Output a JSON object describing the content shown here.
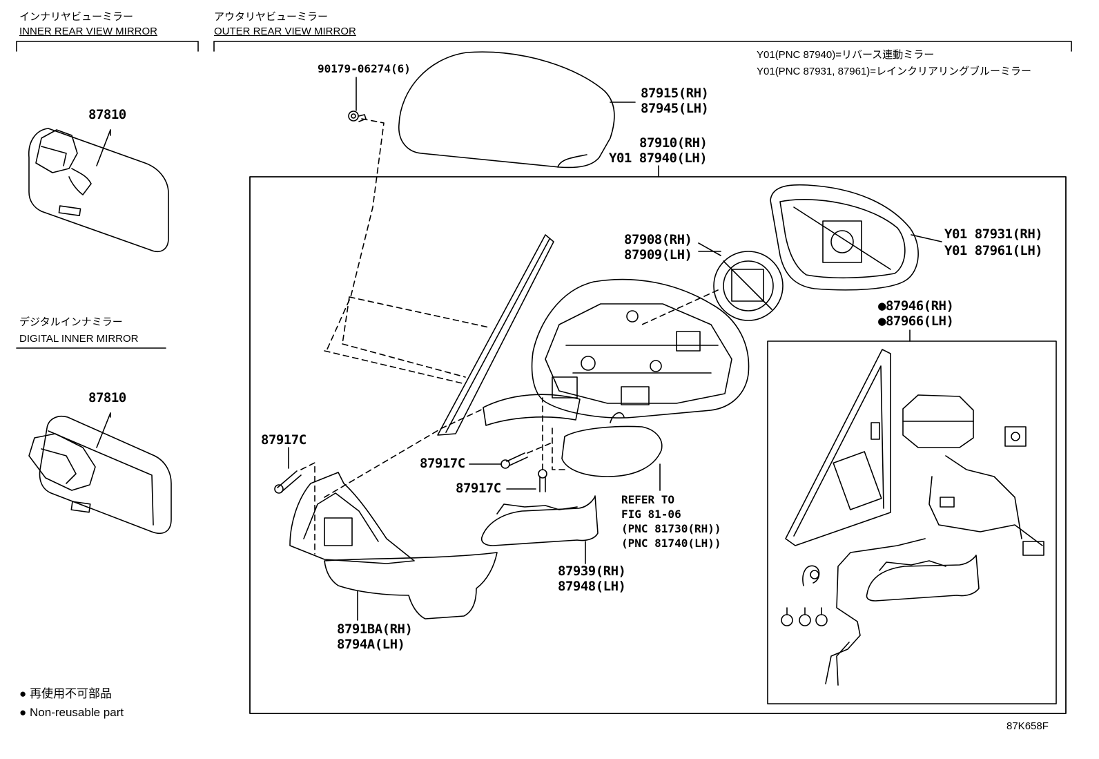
{
  "sections": {
    "inner": {
      "title_jp": "インナリヤビューミラー",
      "title_en": "INNER REAR VIEW MIRROR"
    },
    "outer": {
      "title_jp": "アウタリヤビューミラー",
      "title_en": "OUTER REAR VIEW MIRROR"
    },
    "digital": {
      "title_jp": "デジタルインナミラー",
      "title_en": "DIGITAL INNER MIRROR"
    }
  },
  "notes": [
    "Y01(PNC 87940)=リバース連動ミラー",
    "Y01(PNC 87931, 87961)=レインクリアリングブルーミラー"
  ],
  "parts": {
    "inner_mirror": "87810",
    "digital_mirror": "87810",
    "clip": "90179-06274(6)",
    "cover_rh": "87915(RH)",
    "cover_lh": "87945(LH)",
    "assy_rh": "87910(RH)",
    "assy_lh": "Y01 87940(LH)",
    "actuator_rh": "87908(RH)",
    "actuator_lh": "87909(LH)",
    "glass_rh": "Y01 87931(RH)",
    "glass_lh": "Y01 87961(LH)",
    "kit_rh": "●87946(RH)",
    "kit_lh": "●87966(LH)",
    "screw_a": "87917C",
    "screw_b": "87917C",
    "screw_c": "87917C",
    "refer": [
      "REFER TO",
      "FIG 81-06",
      "(PNC 81730(RH))",
      "(PNC 81740(LH))"
    ],
    "garnish_rh": "87939(RH)",
    "garnish_lh": "87948(LH)",
    "lower_rh": "8791BA(RH)",
    "lower_lh": "8794A(LH)"
  },
  "legend": {
    "jp": "再使用不可部品",
    "en": "Non-reusable part"
  },
  "figure_code": "87K658F"
}
